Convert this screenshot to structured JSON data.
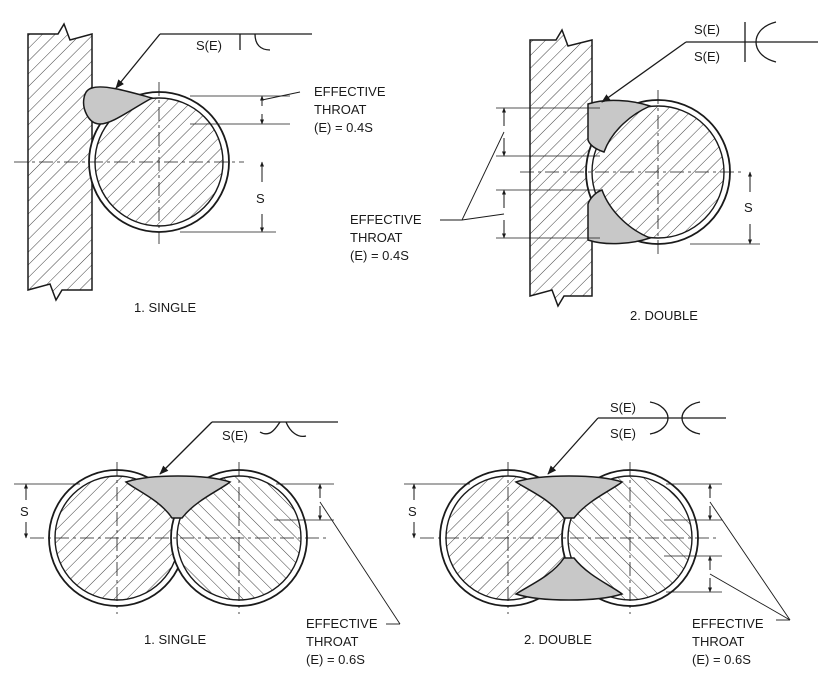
{
  "figure": {
    "top_left": {
      "caption": "1. SINGLE",
      "symbol_text": "S(E)",
      "dimension_label": "S",
      "throat_note": [
        "EFFECTIVE",
        "THROAT",
        "(E) = 0.4S"
      ]
    },
    "top_right": {
      "caption": "2. DOUBLE",
      "symbol_text_upper": "S(E)",
      "symbol_text_lower": "S(E)",
      "dimension_label": "S",
      "throat_note": [
        "EFFECTIVE",
        "THROAT",
        "(E) = 0.4S"
      ]
    },
    "bottom_left": {
      "caption": "1. SINGLE",
      "symbol_text": "S(E)",
      "dimension_label": "S",
      "throat_note": [
        "EFFECTIVE",
        "THROAT",
        "(E) = 0.6S"
      ]
    },
    "bottom_right": {
      "caption": "2. DOUBLE",
      "symbol_text_upper": "S(E)",
      "symbol_text_lower": "S(E)",
      "dimension_label": "S",
      "throat_note": [
        "EFFECTIVE",
        "THROAT",
        "(E) = 0.6S"
      ]
    }
  },
  "colors": {
    "ink": "#1a1a1a",
    "weld_fill": "#c8c8c8",
    "hatch": "#2a2a2a",
    "background": "#ffffff"
  }
}
